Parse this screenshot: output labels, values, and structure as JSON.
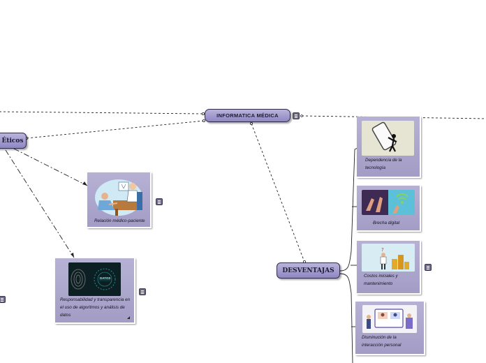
{
  "map": {
    "root": {
      "label": "INFORMATICA MÉDICA"
    },
    "branches": {
      "eticos": {
        "label": "Éticos"
      },
      "desventajas": {
        "label": "DESVENTAJAS"
      }
    },
    "eticos_topics": [
      {
        "caption": "Relación médico-paciente",
        "icon": "doctor-patient-illustration"
      },
      {
        "caption": "Responsabilidad y transparencia en el uso de algoritmos y análisis de datos",
        "icon": "data-fingerprint-illustration",
        "image_text": "DATOS"
      }
    ],
    "desventajas_topics": [
      {
        "caption": "Dependencia de la tecnología",
        "icon": "phone-dependency-illustration"
      },
      {
        "caption": "Brecha digital",
        "icon": "digital-divide-illustration"
      },
      {
        "caption": "Costos iniciales y mantenimiento",
        "icon": "costs-illustration"
      },
      {
        "caption": "Disminución de la interacción personal",
        "icon": "video-call-illustration"
      }
    ]
  },
  "colors": {
    "node_fill": "#a49dd0",
    "node_border": "#2d2a4a",
    "connector": "#222222"
  }
}
